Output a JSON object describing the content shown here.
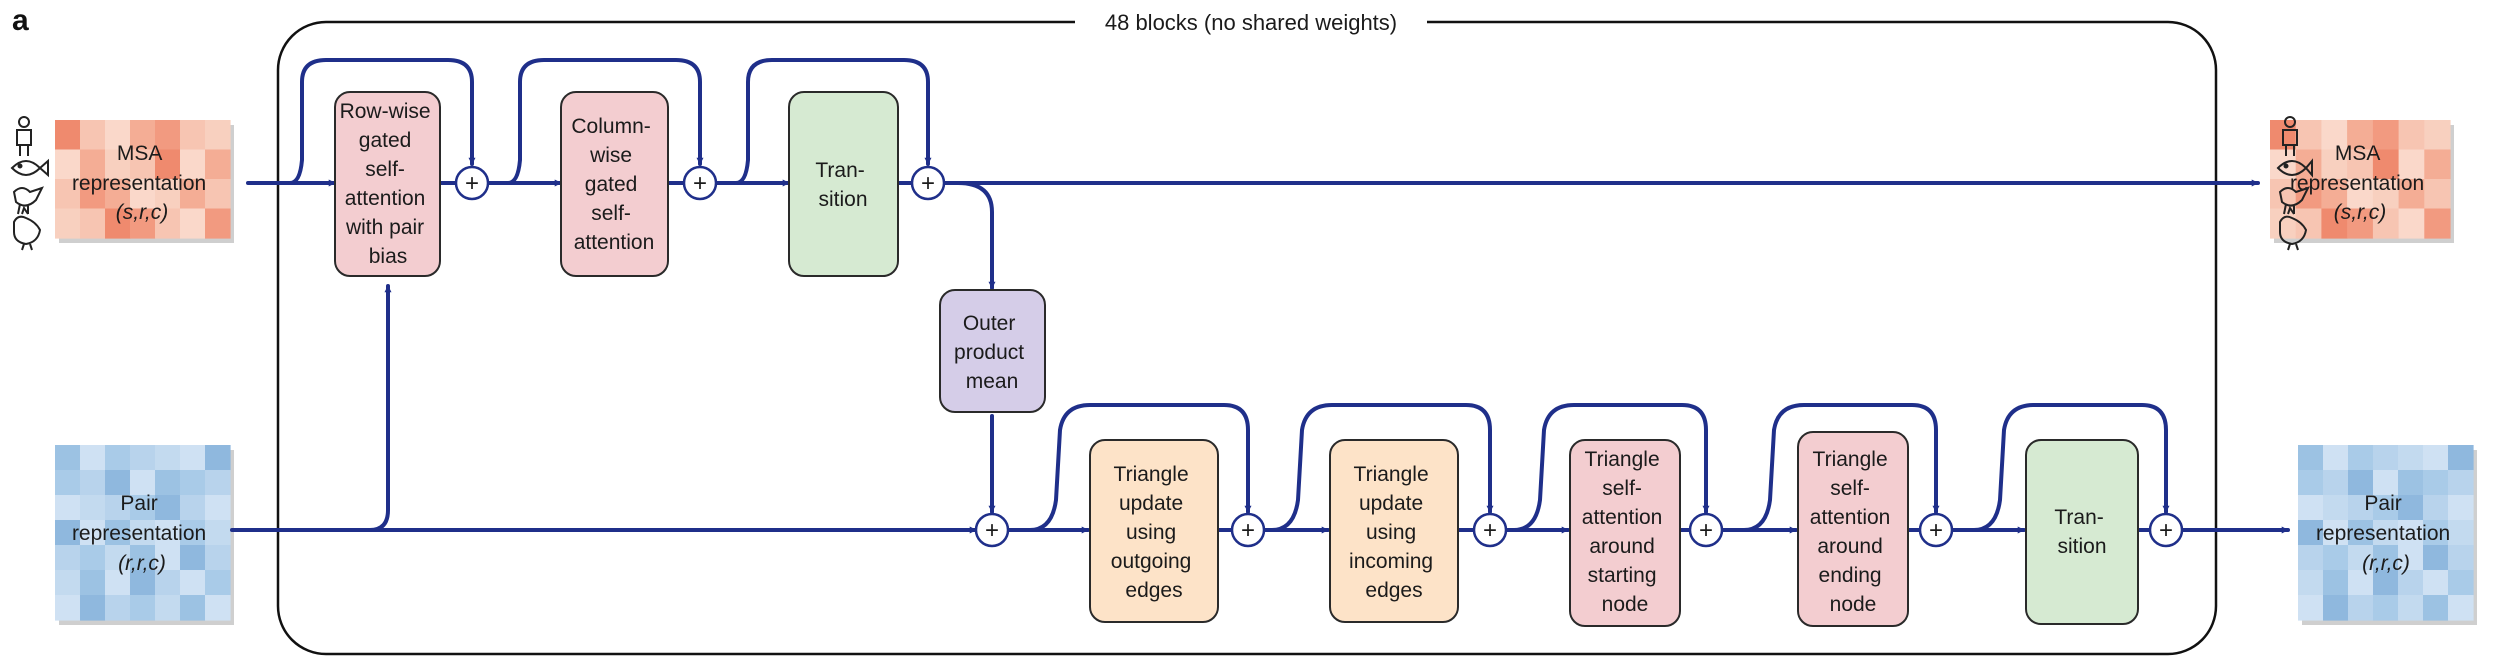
{
  "panel_label": "a",
  "frame_title": "48 blocks (no shared weights)",
  "colors": {
    "flow": "#1f2f8a",
    "frame": "#111111",
    "attention_fill": "#f3cdd0",
    "transition_fill": "#d6ead2",
    "outer_fill": "#d5cde8",
    "triangle_update_fill": "#fde3c8",
    "msa_palette": [
      "#ef8a6e",
      "#f4ad95",
      "#f7c5b2",
      "#fad8ca",
      "#f29a80",
      "#f8d0bf"
    ],
    "pair_palette": [
      "#9cc2e3",
      "#b8d3ec",
      "#cfe1f3",
      "#a9cbe8",
      "#c3daef",
      "#8fb8de"
    ]
  },
  "inputs": {
    "msa": {
      "lines": [
        "MSA",
        "representation",
        "(s,r,c)"
      ]
    },
    "pair": {
      "lines": [
        "Pair",
        "representation",
        "(r,r,c)"
      ]
    }
  },
  "outputs": {
    "msa": {
      "lines": [
        "MSA",
        "representation",
        "(s,r,c)"
      ]
    },
    "pair": {
      "lines": [
        "Pair",
        "representation",
        "(r,r,c)"
      ]
    }
  },
  "plus_symbol": "+",
  "blocks": {
    "row_attention": [
      "Row-wise",
      "gated",
      "self-",
      "attention",
      "with pair",
      "bias"
    ],
    "col_attention": [
      "Column-",
      "wise",
      "gated",
      "self-",
      "attention"
    ],
    "msa_transition": [
      "Tran-",
      "sition"
    ],
    "outer_product": [
      "Outer",
      "product",
      "mean"
    ],
    "tri_out": [
      "Triangle",
      "update",
      "using",
      "outgoing",
      "edges"
    ],
    "tri_in": [
      "Triangle",
      "update",
      "using",
      "incoming",
      "edges"
    ],
    "tri_att_start": [
      "Triangle",
      "self-",
      "attention",
      "around",
      "starting",
      "node"
    ],
    "tri_att_end": [
      "Triangle",
      "self-",
      "attention",
      "around",
      "ending",
      "node"
    ],
    "pair_transition": [
      "Tran-",
      "sition"
    ]
  }
}
